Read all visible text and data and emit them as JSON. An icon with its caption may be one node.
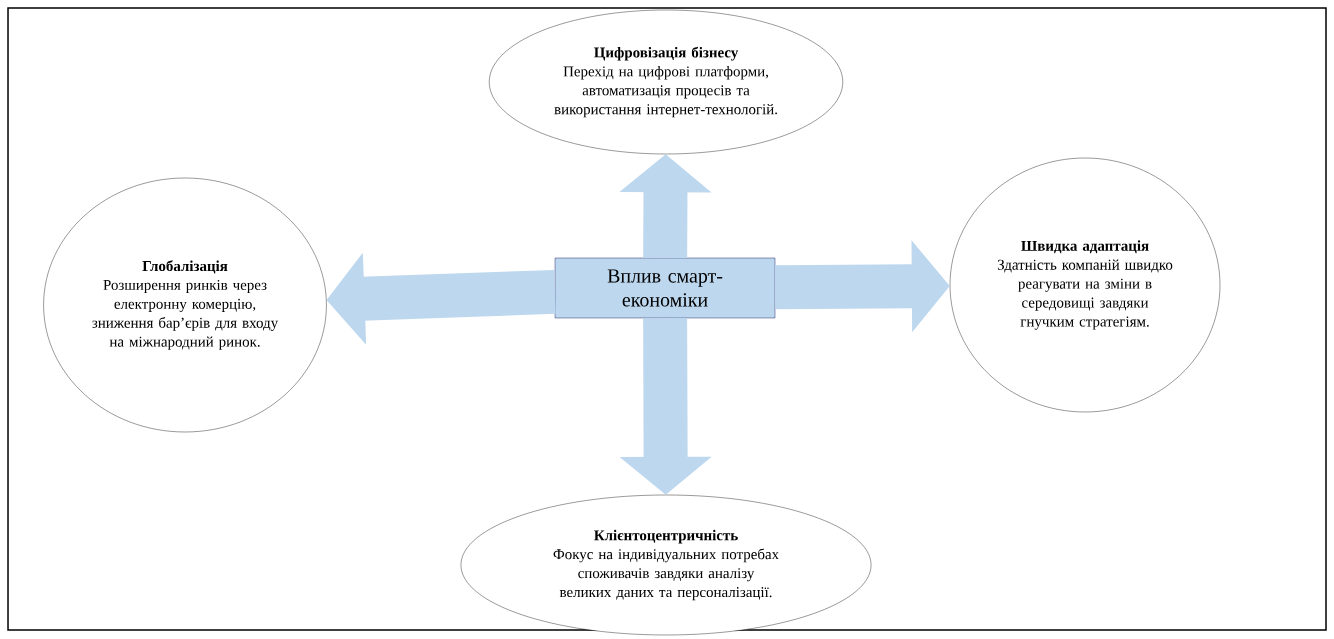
{
  "diagram": {
    "nodes": [
      {
        "text": [
          "Вплив смарт-економіки"
        ]
      },
      {
        "text": [
          "Цифровізація бізнесу",
          "Перехід на цифрові платформи, автоматизація процесів та використання інтернет-технологій."
        ]
      },
      {
        "text": [
          "Глобалізація",
          "Розширення ринків через електронну комерцію, зниження бар’єрів для входу на міжнародний ринок."
        ]
      },
      {
        "text": [
          "Швидка адаптація",
          "Здатність компаній швидко реагувати на зміни в середовищі завдяки гнучким стратегіям."
        ]
      },
      {
        "text": [
          "Клієнтоцентричність",
          "Фокус на індивідуальних потребах споживачів завдяки аналізу великих даних та персоналізації."
        ]
      }
    ],
    "edges": [
      {
        "from": 0,
        "to": 1,
        "arrow": "to"
      },
      {
        "from": 0,
        "to": 2,
        "arrow": "to"
      },
      {
        "from": 0,
        "to": 3,
        "arrow": "to"
      },
      {
        "from": 0,
        "to": 4,
        "arrow": "to"
      }
    ]
  }
}
